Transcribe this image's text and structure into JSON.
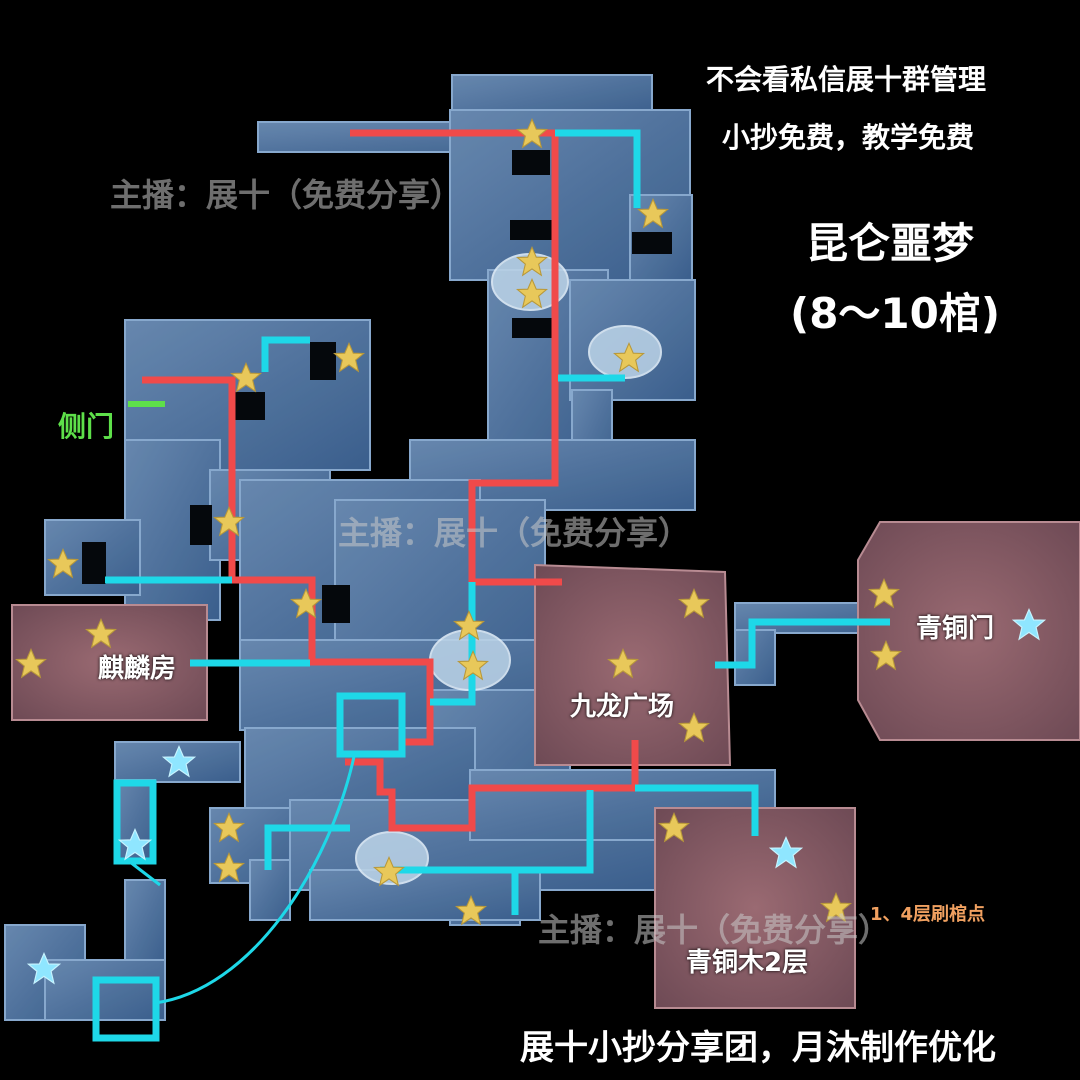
{
  "header": {
    "line1": "不会看私信展十群管理",
    "line2": "小抄免费，教学免费"
  },
  "title": {
    "name": "昆仑噩梦",
    "count": "(8～10棺)"
  },
  "watermarks": {
    "top": "主播：展十（免费分享）",
    "middle": "主播：展十（免费分享）",
    "bottom": "主播：展十（免费分享）"
  },
  "labels": {
    "side_door": "侧门",
    "qilin_room": "麒麟房",
    "nine_dragon_square": "九龙广场",
    "bronze_gate": "青铜门",
    "bronze_tree_floor2": "青铜木2层",
    "coffin_refresh_note": "1、4层刷棺点"
  },
  "footer": {
    "credit": "展十小抄分享团，月沐制作优化"
  },
  "colors": {
    "background": "#000000",
    "route_red": "#f04a4a",
    "route_cyan": "#1ed8e8",
    "side_door_green": "#5ee04a",
    "gold_star": "#e8c85a",
    "blue_star": "#8fe6ff",
    "room_pink": "#8a5a66",
    "corridor_blue": "#4a6e98"
  },
  "legend": {
    "gold_star_icon": "gold-star",
    "blue_star_icon": "blue-star",
    "coffin_icon": "coffin-altar"
  }
}
